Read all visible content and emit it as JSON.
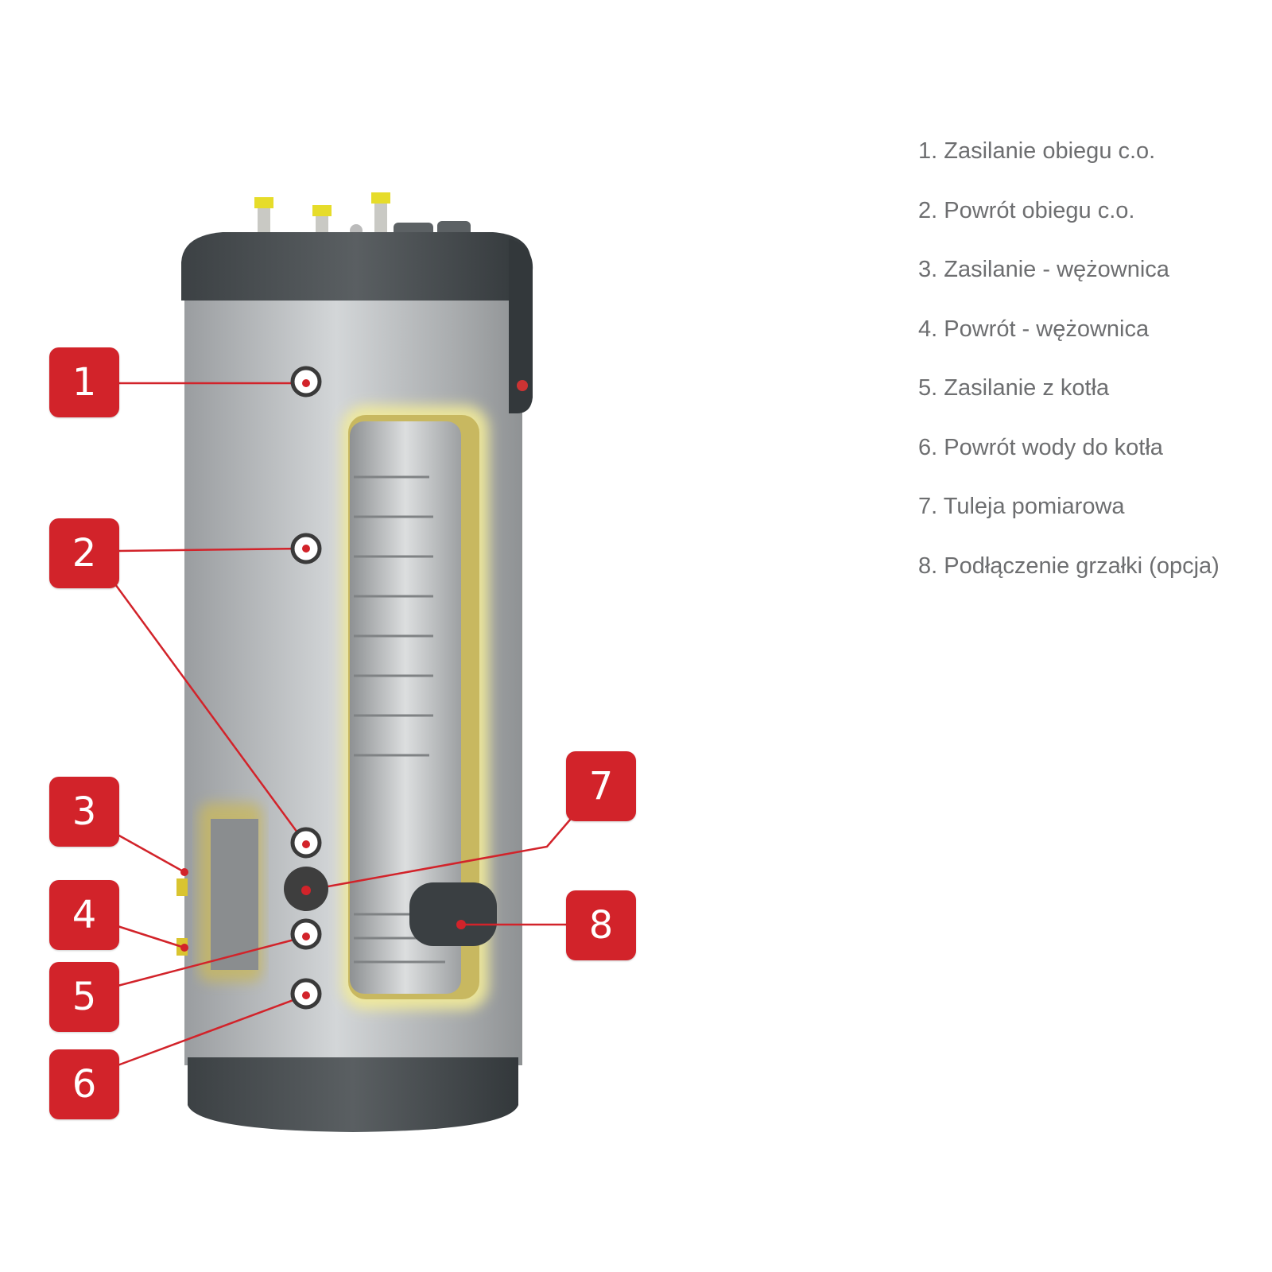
{
  "colors": {
    "badge": "#d2232a",
    "legend_text": "#6d6e70",
    "tank_body": "#b3b6b8",
    "tank_cap": "#4a4f52",
    "insulation_glow": "#f3ec9a"
  },
  "badges": [
    "1",
    "2",
    "3",
    "4",
    "5",
    "6",
    "7",
    "8"
  ],
  "legend": [
    "1. Zasilanie obiegu c.o.",
    "2. Powrót obiegu c.o.",
    "3. Zasilanie - wężownica",
    "4. Powrót - wężownica",
    "5. Zasilanie z kotła",
    "6. Powrót wody do kotła",
    "7. Tuleja pomiarowa",
    "8. Podłączenie grzałki (opcja)"
  ]
}
